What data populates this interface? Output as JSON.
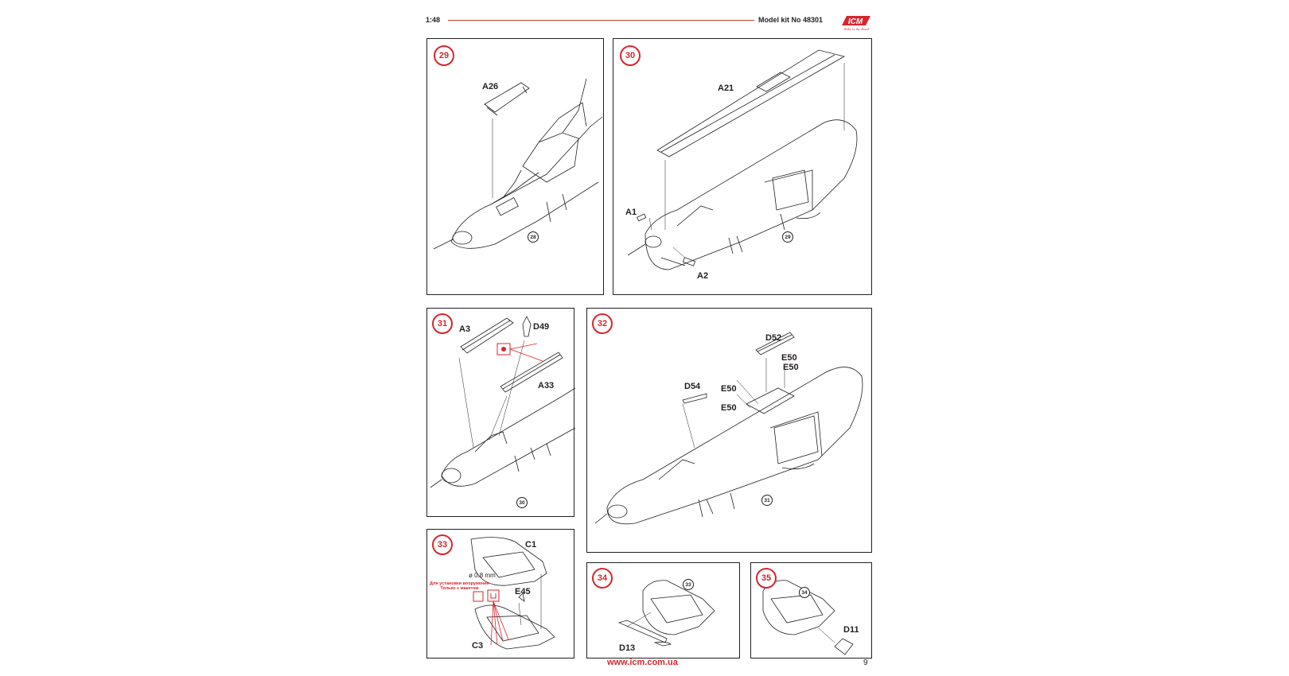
{
  "header": {
    "scale": "1:48",
    "model": "Model kit No 48301",
    "logo_text": "ICM",
    "logo_sub": "Wake in the Road"
  },
  "steps": [
    {
      "number": "29",
      "parts": [
        "A26"
      ],
      "refs": [
        "28"
      ]
    },
    {
      "number": "30",
      "parts": [
        "A21",
        "A1",
        "A2"
      ],
      "refs": [
        "29"
      ]
    },
    {
      "number": "31",
      "parts": [
        "A3",
        "D49",
        "A33"
      ],
      "refs": [
        "30"
      ]
    },
    {
      "number": "32",
      "parts": [
        "D52",
        "E50",
        "E50",
        "E50",
        "D54",
        "E50"
      ],
      "refs": [
        "31"
      ]
    },
    {
      "number": "33",
      "parts": [
        "C1",
        "E45",
        "C3"
      ],
      "refs": [],
      "dimension": "ø 0.8 mm",
      "note_line1": "Для установки вооружения",
      "note_line2": "Только с макетом"
    },
    {
      "number": "34",
      "parts": [
        "D13"
      ],
      "refs": [
        "33"
      ]
    },
    {
      "number": "35",
      "parts": [
        "D11"
      ],
      "refs": [
        "34"
      ]
    }
  ],
  "footer": {
    "url": "www.icm.com.ua",
    "page": "9"
  },
  "colors": {
    "accent": "#d7262e",
    "ink": "#231f20"
  }
}
